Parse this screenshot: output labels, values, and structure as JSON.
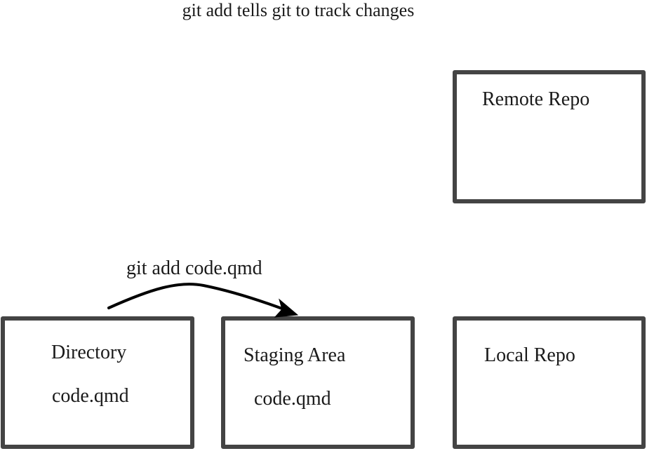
{
  "title": "git add tells git to track changes",
  "boxes": {
    "remote": {
      "label": "Remote Repo"
    },
    "directory": {
      "label": "Directory",
      "file": "code.qmd"
    },
    "staging": {
      "label": "Staging Area",
      "file": "code.qmd"
    },
    "local": {
      "label": "Local Repo"
    }
  },
  "arrow": {
    "label": "git add code.qmd"
  }
}
